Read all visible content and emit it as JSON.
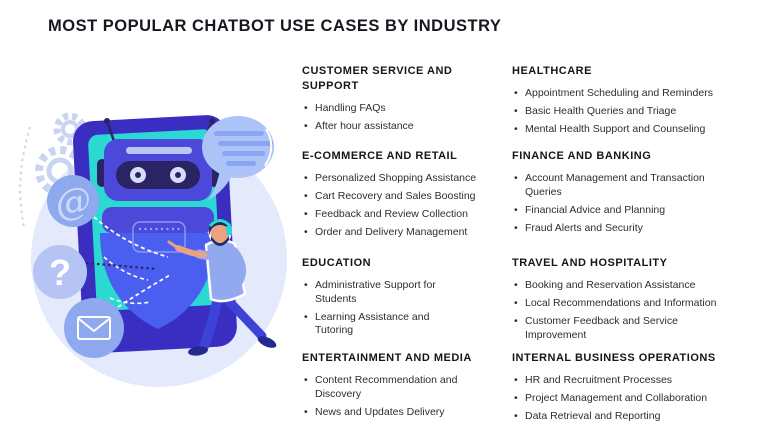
{
  "title": "MOST POPULAR CHATBOT USE CASES BY INDUSTRY",
  "columns": [
    {
      "sections": [
        {
          "heading": "CUSTOMER SERVICE AND SUPPORT",
          "items": [
            "Handling FAQs",
            "After hour assistance"
          ]
        },
        {
          "heading": "E-COMMERCE AND RETAIL",
          "items": [
            "Personalized Shopping Assistance",
            "Cart Recovery and Sales Boosting",
            "Feedback and Review Collection",
            "Order and Delivery Management"
          ]
        },
        {
          "heading": "EDUCATION",
          "items": [
            "Administrative Support for Students",
            "Learning Assistance and Tutoring"
          ]
        },
        {
          "heading": "ENTERTAINMENT AND MEDIA",
          "items": [
            "Content Recommendation and Discovery",
            "News and Updates Delivery"
          ]
        }
      ]
    },
    {
      "sections": [
        {
          "heading": "HEALTHCARE",
          "items": [
            "Appointment Scheduling and Reminders",
            "Basic Health Queries and Triage",
            "Mental Health Support and Counseling"
          ]
        },
        {
          "heading": "FINANCE AND BANKING",
          "items": [
            "Account Management and Transaction Queries",
            "Financial Advice and Planning",
            "Fraud Alerts and Security"
          ]
        },
        {
          "heading": "TRAVEL AND HOSPITALITY",
          "items": [
            "Booking and Reservation Assistance",
            "Local Recommendations and Information",
            "Customer Feedback and Service Improvement"
          ]
        },
        {
          "heading": "INTERNAL BUSINESS OPERATIONS",
          "items": [
            "HR and Recruitment Processes",
            "Project Management and Collaboration",
            "Data Retrieval and Reporting"
          ]
        }
      ]
    }
  ],
  "illustration": {
    "at_symbol": "@",
    "question_symbol": "?"
  },
  "colors": {
    "bg-circle": "#e4eafb",
    "tablet": "#3a2ec2",
    "screen": "#2bd8d2",
    "robot-head": "#4b48da",
    "robot-body": "#4a5ff0",
    "bubble": "#abc3f6",
    "circle-mid": "#8fa9ef",
    "circle-light": "#b5c4f4",
    "title-color": "#17171f",
    "text-color": "#2d2d36"
  }
}
